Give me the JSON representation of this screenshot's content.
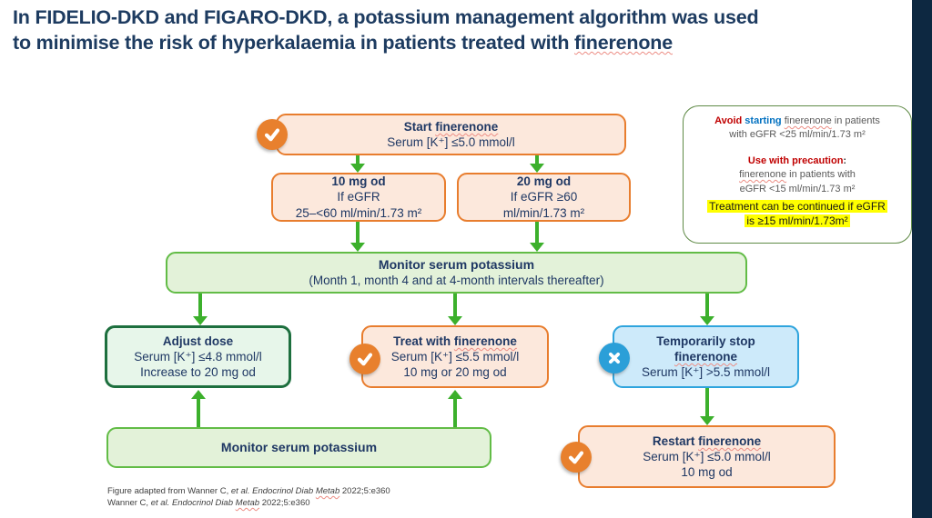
{
  "slide": {
    "title_line1": "In FIDELIO-DKD and FIGARO-DKD, a potassium management algorithm was used",
    "title_line2_prefix": "to minimise the risk of hyperkalaemia in patients treated with ",
    "title_line2_drug": "finerenone"
  },
  "flowchart": {
    "start": {
      "heading_prefix": "Start ",
      "heading_drug": "finerenone",
      "line2": "Serum [K⁺] ≤5.0 mmol/l",
      "icon": "check-icon"
    },
    "dose10": {
      "heading": "10 mg od",
      "line2": "If eGFR",
      "line3": "25–<60 ml/min/1.73 m²"
    },
    "dose20": {
      "heading": "20 mg od",
      "line2": "If eGFR ≥60",
      "line3": "ml/min/1.73 m²"
    },
    "monitor1": {
      "heading": "Monitor serum potassium",
      "line2": "(Month 1, month 4 and at 4-month intervals thereafter)"
    },
    "adjust": {
      "heading": "Adjust dose",
      "line2": "Serum [K⁺] ≤4.8 mmol/l",
      "line3": "Increase to 20 mg od"
    },
    "treat": {
      "heading_prefix": "Treat with ",
      "heading_drug": "finerenone",
      "line2": "Serum [K⁺] ≤5.5 mmol/l",
      "line3": "10 mg or 20 mg od",
      "icon": "check-icon"
    },
    "stop": {
      "heading_prefix": "Temporarily stop\n",
      "heading_drug": "finerenone",
      "line2": "Serum [K⁺] >5.5 mmol/l",
      "icon": "x-icon"
    },
    "monitor2": {
      "heading": "Monitor serum potassium"
    },
    "restart": {
      "heading_prefix": "Restart ",
      "heading_drug": "finerenone",
      "line2": "Serum [K⁺] ≤5.0 mmol/l",
      "line3": "10 mg od",
      "icon": "check-icon"
    }
  },
  "sidebox": {
    "avoid_word": "Avoid",
    "starting_word": " starting ",
    "drug1": "finerenone",
    "rest1": " in patients",
    "line2": "with eGFR <25 ml/min/1.73 m²",
    "precaution_bold": "Use with precaution",
    "precaution_colon": ":",
    "drug2": "finerenone",
    "rest2": " in patients with",
    "line5": "eGFR <15 ml/min/1.73 m²",
    "highlight_line1": "Treatment can be continued if eGFR",
    "highlight_line2": "is ≥15 ml/min/1.73m²"
  },
  "footer": {
    "line1_pre": "Figure adapted from Wanner C, ",
    "line1_italic": "et al. Endocrinol Diab ",
    "line1_metab": "Metab",
    "line1_post": " 2022;5:e360",
    "line2_pre": "Wanner C, ",
    "line2_italic": "et al. Endocrinol Diab ",
    "line2_metab": "Metab",
    "line2_post": " 2022;5:e360"
  },
  "colors": {
    "title_navy": "#1d3b60",
    "box_text_navy": "#1f3864",
    "orange_border": "#e87d2e",
    "orange_fill": "#fce8dc",
    "green_border": "#62bc46",
    "green_fill": "#e3f2d9",
    "dark_green_border": "#1d6f3e",
    "blue_border": "#2ea4dd",
    "blue_fill": "#cdeafa",
    "arrow_green": "#3cb02c",
    "highlight_yellow": "#ffff00",
    "avoid_red": "#c00000",
    "starting_blue": "#0070c0",
    "edge_bar_navy": "#0d2841"
  }
}
